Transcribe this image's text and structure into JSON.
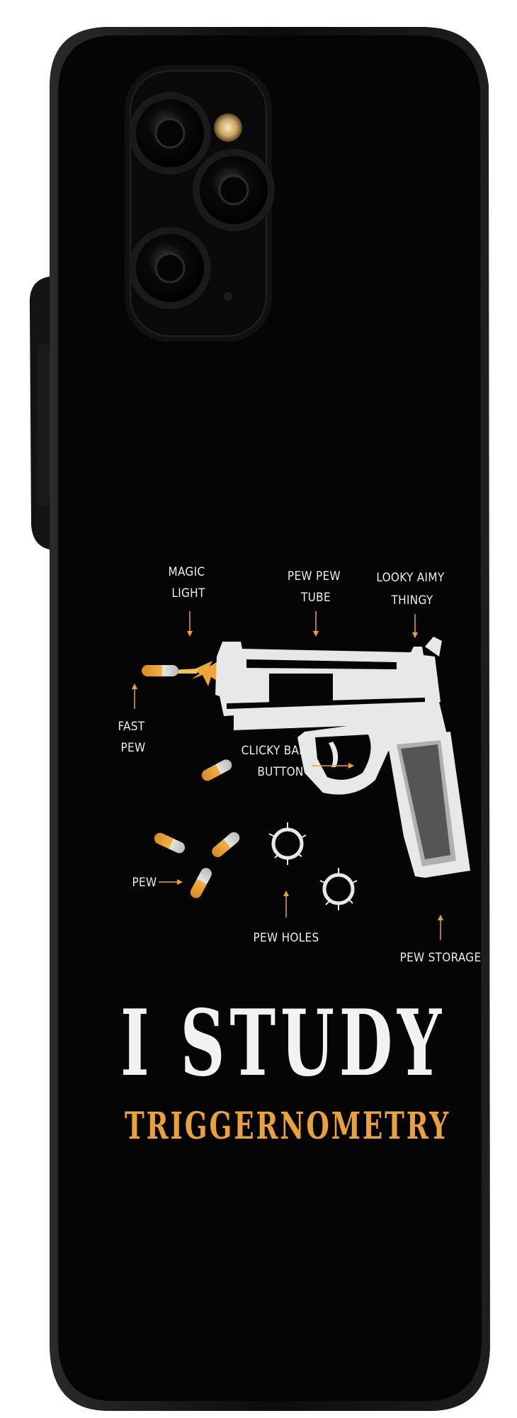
{
  "design": {
    "headline": "I STUDY",
    "subheadline": "TRIGGERNOMETRY",
    "labels": {
      "magic_light": [
        "MAGIC",
        "LIGHT"
      ],
      "pew_pew_tube": [
        "PEW PEW",
        "TUBE"
      ],
      "looky_aimy_thingy": [
        "LOOKY AIMY",
        "THINGY"
      ],
      "fast_pew": [
        "FAST",
        "PEW"
      ],
      "clicky_bang_button": [
        "CLICKY BANG",
        "BUTTON"
      ],
      "pew": "PEW",
      "pew_holes": "PEW HOLES",
      "pew_storage": "PEW STORAGE"
    }
  },
  "colors": {
    "case_body": "#060606",
    "case_edge": "#161616",
    "camera_bump": "#101010",
    "accent_orange": "#e9a23b",
    "text_white": "#ededed"
  }
}
